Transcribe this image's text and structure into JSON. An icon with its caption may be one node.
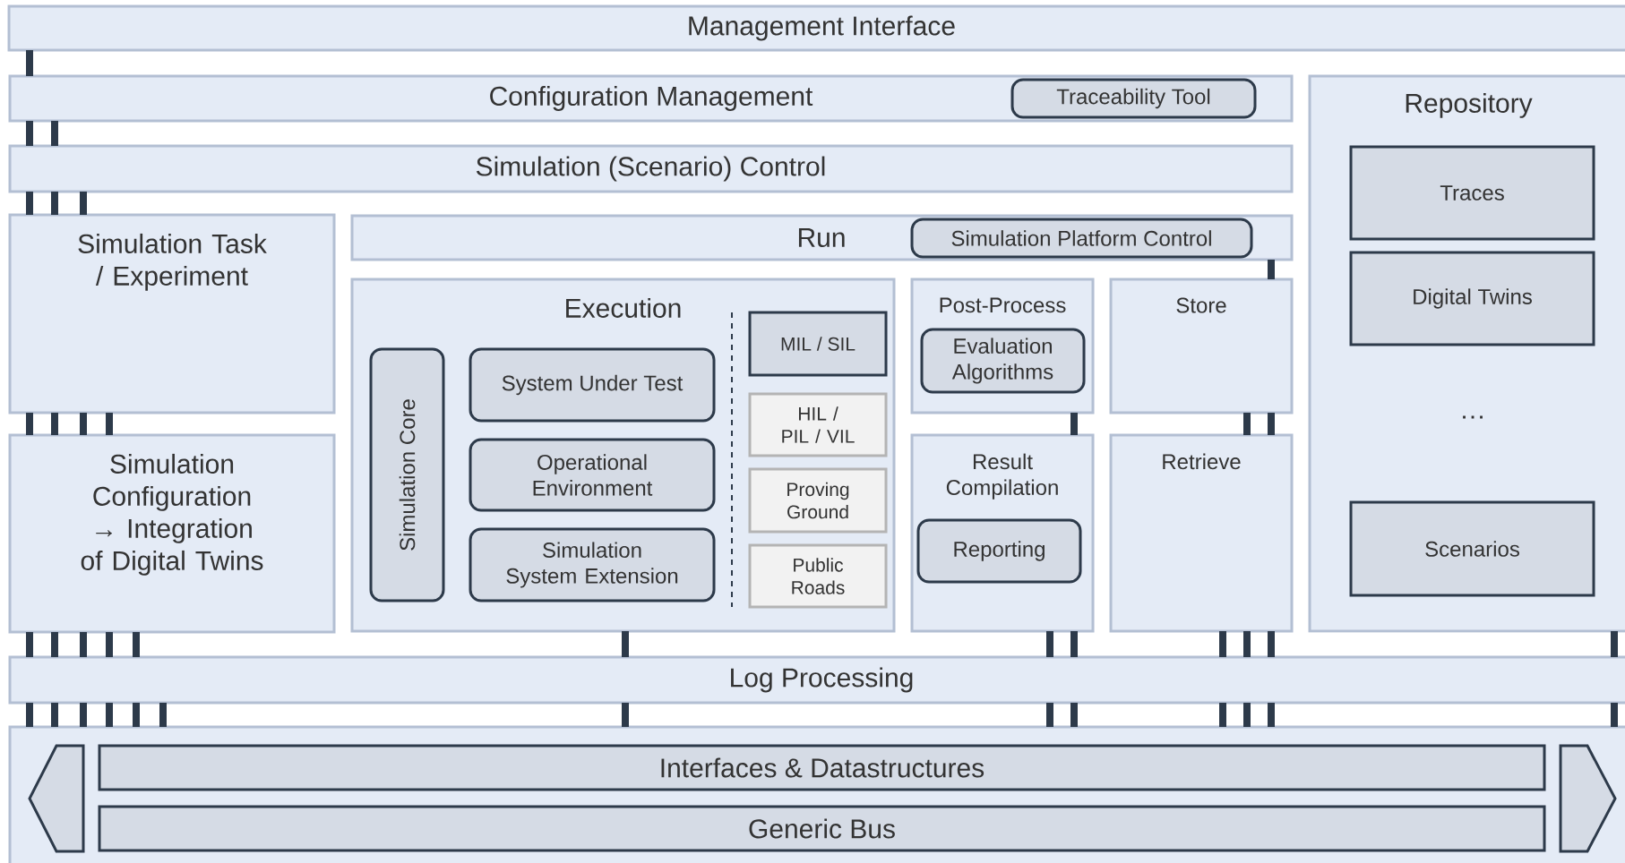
{
  "diagram": {
    "nodes": [
      {
        "text": [
          "Management Interface"
        ]
      },
      {
        "text": [
          "Configuration Management"
        ]
      },
      {
        "text": [
          "Traceability Tool"
        ],
        "in": 1
      },
      {
        "text": [
          "Repository"
        ]
      },
      {
        "text": [
          "Traces"
        ],
        "in": 3
      },
      {
        "text": [
          "Digital Twins"
        ],
        "in": 3
      },
      {
        "text": [
          "Scenarios"
        ],
        "in": 3
      },
      {
        "text": [
          "Simulation (Scenario) Control"
        ]
      },
      {
        "text": [
          "Simulation Task / Experiment"
        ]
      },
      {
        "text": [
          "Run"
        ]
      },
      {
        "text": [
          "Simulation Platform Control"
        ],
        "in": 9
      },
      {
        "text": [
          "Execution"
        ]
      },
      {
        "text": [
          "Simulation Core"
        ],
        "in": 11
      },
      {
        "text": [
          "System Under Test"
        ],
        "in": 11
      },
      {
        "text": [
          "MIL / SIL"
        ],
        "in": 11
      },
      {
        "text": [
          "HIL / PIL / VIL"
        ],
        "in": 11
      },
      {
        "text": [
          "Operational Environment"
        ],
        "in": 11
      },
      {
        "text": [
          "Proving Ground"
        ],
        "in": 11
      },
      {
        "text": [
          "Simulation System Extension"
        ],
        "in": 11
      },
      {
        "text": [
          "Public Roads"
        ],
        "in": 11
      },
      {
        "text": [
          "Post-Process"
        ]
      },
      {
        "text": [
          "Evaluation Algorithms"
        ],
        "in": 20
      },
      {
        "text": [
          "Store"
        ]
      },
      {
        "text": [
          "Simulation Configuration → Integration of Digital Twins"
        ]
      },
      {
        "text": [
          "Result Compilation"
        ]
      },
      {
        "text": [
          "Reporting"
        ],
        "in": 24
      },
      {
        "text": [
          "Retrieve"
        ]
      },
      {
        "text": [
          "Log Processing"
        ]
      },
      {
        "text": [],
        "shape": "box"
      },
      {
        "text": [
          "Interfaces & Datastructures"
        ],
        "in": 28
      },
      {
        "text": [
          "Generic Bus"
        ],
        "in": 28
      }
    ],
    "edges": [
      {
        "from": 0,
        "to": 1,
        "arrow": "none"
      },
      {
        "from": 1,
        "to": 7,
        "arrow": "none"
      },
      {
        "from": 1,
        "to": 7,
        "arrow": "none"
      },
      {
        "from": 7,
        "to": 8,
        "arrow": "none"
      },
      {
        "from": 7,
        "to": 8,
        "arrow": "none"
      },
      {
        "from": 7,
        "to": 8,
        "arrow": "none"
      },
      {
        "from": 8,
        "to": 23,
        "arrow": "none"
      },
      {
        "from": 8,
        "to": 23,
        "arrow": "none"
      },
      {
        "from": 8,
        "to": 23,
        "arrow": "none"
      },
      {
        "from": 8,
        "to": 23,
        "arrow": "none"
      },
      {
        "from": 23,
        "to": 27,
        "arrow": "none"
      },
      {
        "from": 23,
        "to": 27,
        "arrow": "none"
      },
      {
        "from": 23,
        "to": 27,
        "arrow": "none"
      },
      {
        "from": 23,
        "to": 27,
        "arrow": "none"
      },
      {
        "from": 23,
        "to": 27,
        "arrow": "none"
      },
      {
        "from": 27,
        "to": 28,
        "arrow": "none"
      },
      {
        "from": 27,
        "to": 28,
        "arrow": "none"
      },
      {
        "from": 27,
        "to": 28,
        "arrow": "none"
      },
      {
        "from": 27,
        "to": 28,
        "arrow": "none"
      },
      {
        "from": 27,
        "to": 28,
        "arrow": "none"
      },
      {
        "from": 27,
        "to": 28,
        "arrow": "none"
      },
      {
        "from": 11,
        "to": 27,
        "arrow": "none"
      },
      {
        "from": 27,
        "to": 28,
        "arrow": "none"
      },
      {
        "from": 9,
        "to": 22,
        "arrow": "none"
      },
      {
        "from": 20,
        "to": 24,
        "arrow": "none"
      },
      {
        "from": 22,
        "to": 26,
        "arrow": "none"
      },
      {
        "from": 22,
        "to": 26,
        "arrow": "none"
      },
      {
        "from": 24,
        "to": 27,
        "arrow": "none"
      },
      {
        "from": 24,
        "to": 27,
        "arrow": "none"
      },
      {
        "from": 26,
        "to": 27,
        "arrow": "none"
      },
      {
        "from": 26,
        "to": 27,
        "arrow": "none"
      },
      {
        "from": 26,
        "to": 27,
        "arrow": "none"
      },
      {
        "from": 3,
        "to": 27,
        "arrow": "none"
      },
      {
        "from": 27,
        "to": 28,
        "arrow": "none"
      },
      {
        "from": 27,
        "to": 28,
        "arrow": "none"
      },
      {
        "from": 27,
        "to": 28,
        "arrow": "none"
      },
      {
        "from": 27,
        "to": 28,
        "arrow": "none"
      },
      {
        "from": 27,
        "to": 28,
        "arrow": "none"
      },
      {
        "from": 27,
        "to": 28,
        "arrow": "none"
      }
    ],
    "labels": [
      "…"
    ]
  }
}
